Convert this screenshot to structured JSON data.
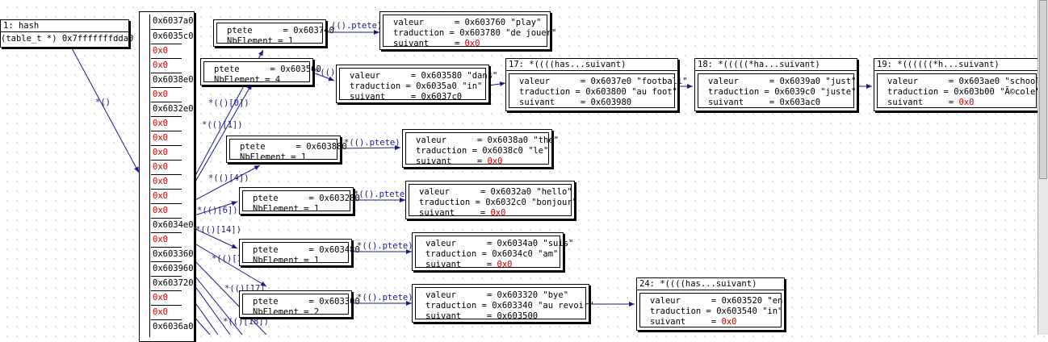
{
  "hash": {
    "title": "1: hash",
    "value": "(table_t *) 0x7fffffffdda0"
  },
  "array": [
    {
      "v": "0x6037a0",
      "null": false
    },
    {
      "v": "0x6035c0",
      "null": false
    },
    {
      "v": "0x0",
      "null": true
    },
    {
      "v": "0x0",
      "null": true
    },
    {
      "v": "0x6038e0",
      "null": false
    },
    {
      "v": "0x0",
      "null": true
    },
    {
      "v": "0x6032e0",
      "null": false
    },
    {
      "v": "0x0",
      "null": true
    },
    {
      "v": "0x0",
      "null": true
    },
    {
      "v": "0x0",
      "null": true
    },
    {
      "v": "0x0",
      "null": true
    },
    {
      "v": "0x0",
      "null": true
    },
    {
      "v": "0x0",
      "null": true
    },
    {
      "v": "0x0",
      "null": true
    },
    {
      "v": "0x6034e0",
      "null": false
    },
    {
      "v": "0x0",
      "null": true
    },
    {
      "v": "0x603360",
      "null": false
    },
    {
      "v": "0x603960",
      "null": false
    },
    {
      "v": "0x603720",
      "null": false
    },
    {
      "v": "0x0",
      "null": true
    },
    {
      "v": "0x0",
      "null": true
    },
    {
      "v": "0x6036a0",
      "null": false
    }
  ],
  "edge_labels": {
    "hash_to_array": "*()",
    "e0": "*(()[0])",
    "e1": "*(()[1])",
    "e4": "*(()[4])",
    "e6": "*(()[6])",
    "e14": "*(()[14])",
    "e16": "*(()[1",
    "e17": "*(()[17]",
    "e18": "*(()[18])",
    "ptete": "*(().ptete)",
    "ptete_cut": "*(().pte",
    "ptete_cut2": "(().ptete)"
  },
  "buckets": [
    {
      "id": "b0",
      "ptete": "0x603740",
      "nb": "1"
    },
    {
      "id": "b1",
      "ptete": "0x603560",
      "nb": "4"
    },
    {
      "id": "b4",
      "ptete": "0x603880",
      "nb": "1"
    },
    {
      "id": "b6",
      "ptete": "0x603280",
      "nb": "1"
    },
    {
      "id": "b14",
      "ptete": "0x603480",
      "nb": "1"
    },
    {
      "id": "b16",
      "ptete": "0x603300",
      "nb": "2"
    }
  ],
  "bucket_keys": {
    "ptete": "ptete",
    "nb": "NbElement"
  },
  "nodes": [
    {
      "id": "n_play",
      "title": "",
      "valeur": "0x603760 \"play\"",
      "traduction": "0x603780 \"de jouer\"",
      "suivant": "0x0",
      "null": true
    },
    {
      "id": "n_dans",
      "title": "",
      "valeur": "0x603580 \"dans\"",
      "traduction": "0x6035a0 \"in\"",
      "suivant": "0x6037c0",
      "null": false
    },
    {
      "id": "n_football",
      "title": "17: *((((has...suivant)",
      "valeur": "0x6037e0 \"football\"",
      "traduction": "0x603800 \"au foot\"",
      "suivant": "0x603980",
      "null": false
    },
    {
      "id": "n_just",
      "title": "18: *(((((*ha...suivant)",
      "valeur": "0x6039a0 \"just\"",
      "traduction": "0x6039c0 \"juste\"",
      "suivant": "0x603ac0",
      "null": false
    },
    {
      "id": "n_school",
      "title": "19: *((((((*h...suivant)",
      "valeur": "0x603ae0 \"school\"",
      "traduction": "0x603b00 \"Ã©cole\"",
      "suivant": "0x0",
      "null": true
    },
    {
      "id": "n_the",
      "title": "",
      "valeur": "0x6038a0 \"the\"",
      "traduction": "0x6038c0 \"le\"",
      "suivant": "0x0",
      "null": true
    },
    {
      "id": "n_hello",
      "title": "",
      "valeur": "0x6032a0 \"hello\"",
      "traduction": "0x6032c0 \"bonjour\"",
      "suivant": "0x0",
      "null": true
    },
    {
      "id": "n_suis",
      "title": "",
      "valeur": "0x6034a0 \"suis\"",
      "traduction": "0x6034c0 \"am\"",
      "suivant": "0x0",
      "null": true
    },
    {
      "id": "n_bye",
      "title": "",
      "valeur": "0x603320 \"bye\"",
      "traduction": "0x603340 \"au revoir\"",
      "suivant": "0x603500",
      "null": false
    },
    {
      "id": "n_en",
      "title": "24: *((((has...suivant)",
      "valeur": "0x603520 \"en\"",
      "traduction": "0x603540 \"in\"",
      "suivant": "0x0",
      "null": true
    }
  ],
  "node_keys": {
    "valeur": "valeur",
    "traduction": "traduction",
    "suivant": "suivant"
  },
  "colors": {
    "null": "#cc0000",
    "edge": "#1a1a8a"
  }
}
